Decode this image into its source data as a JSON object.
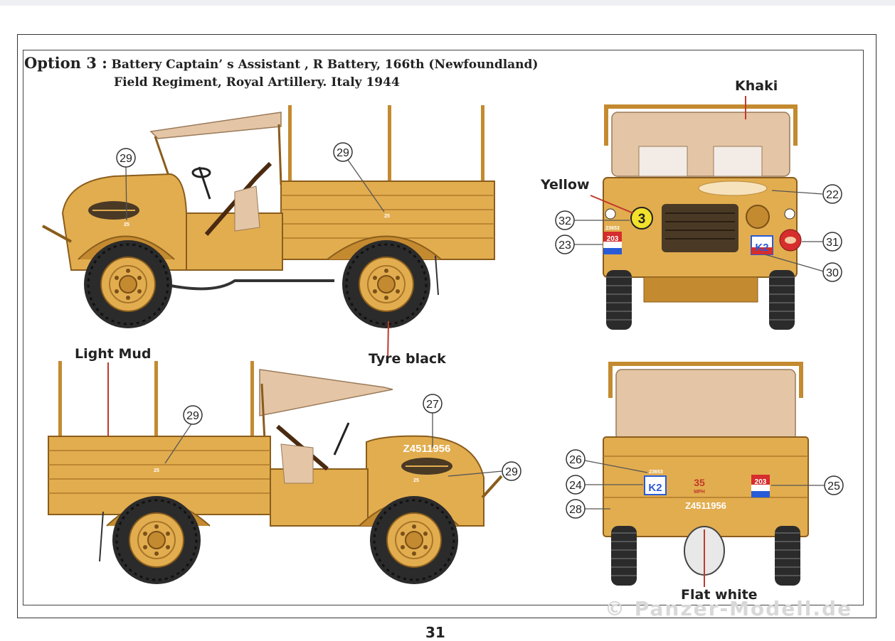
{
  "page": {
    "option_label": "Option 3 :",
    "title_line1": "Battery Captain’ s Assistant , R Battery, 166th (Newfoundland)",
    "title_line2": "Field Regiment, Royal Artillery. Italy 1944",
    "page_number": "31",
    "watermark": "© Panzer-Modell.de"
  },
  "color_labels": {
    "khaki": "Khaki",
    "yellow": "Yellow",
    "tyre": "Tyre black",
    "light_mud": "Light Mud",
    "flat_white": "Flat white"
  },
  "callouts": {
    "c22": "22",
    "c23": "23",
    "c24": "24",
    "c25": "25",
    "c26": "26",
    "c27": "27",
    "c28": "28",
    "c29a": "29",
    "c29b": "29",
    "c29c": "29",
    "c29d": "29",
    "c30": "30",
    "c31": "31",
    "c32": "32"
  },
  "markings": {
    "serial": "Z4511956",
    "unit_number": "203",
    "small_code": "23653",
    "bridge_circle": "3",
    "tac_sign": "K2",
    "speed": "35",
    "speed_unit": "MPH",
    "body_number": "25"
  },
  "colors": {
    "body_yellow": "#e2ad4f",
    "body_shade": "#c48a30",
    "canvas": "#e4c5a5",
    "tyre": "#2b2b2b",
    "callout_red": "#c0392b"
  }
}
